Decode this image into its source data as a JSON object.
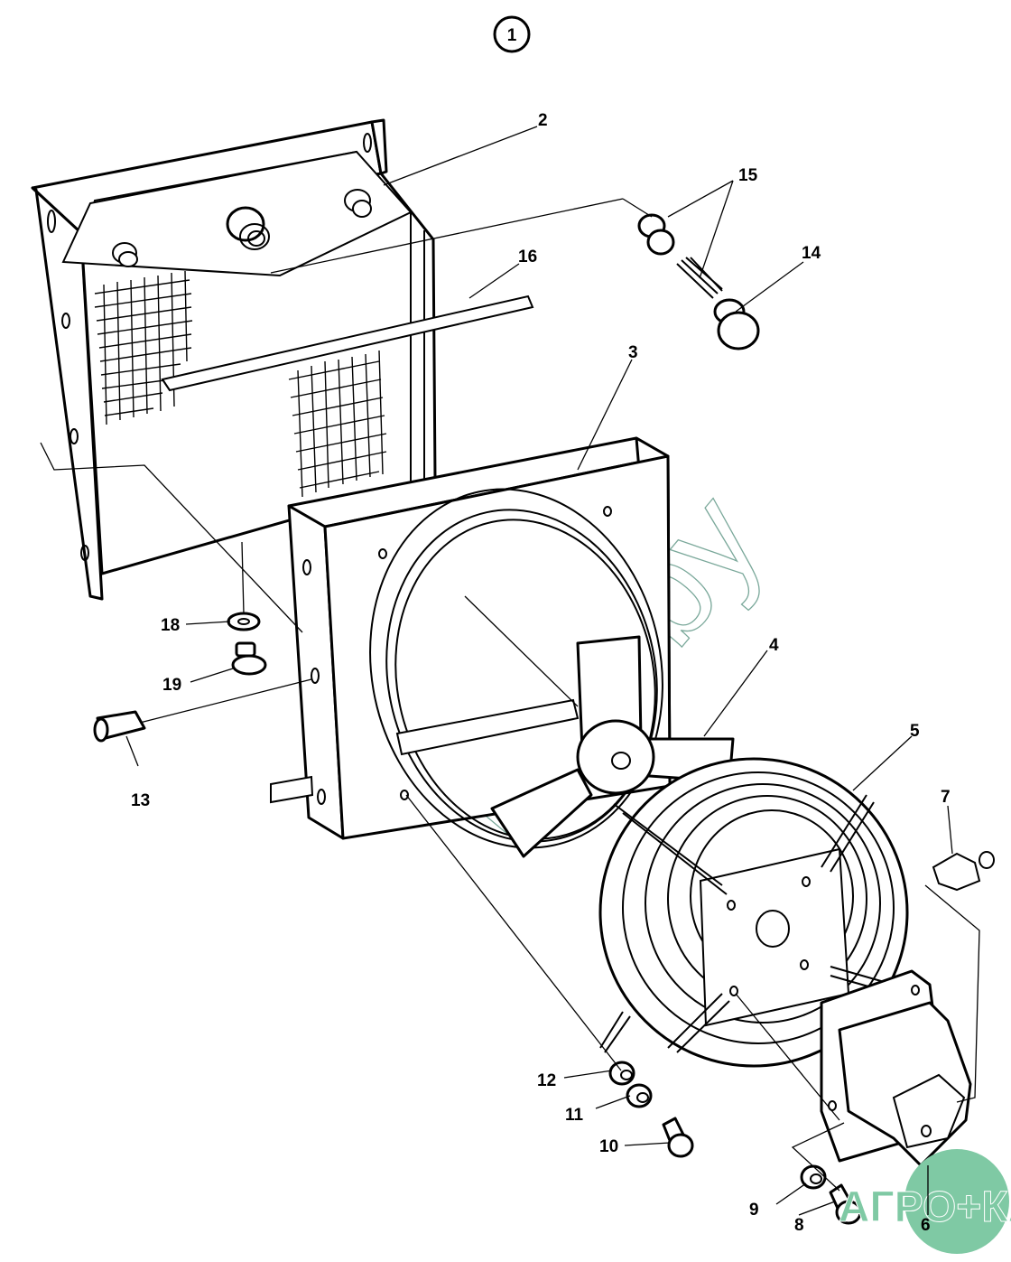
{
  "diagram": {
    "figure_number": "1",
    "title_type": "exploded parts view",
    "watermark_text": "nka.by",
    "logo": {
      "text": "АГРО+КА",
      "color": "#7fc9a4"
    },
    "parts": [
      {
        "id": "2",
        "label": "2",
        "name": "radiator-core"
      },
      {
        "id": "3",
        "label": "3",
        "name": "fan-shroud"
      },
      {
        "id": "4",
        "label": "4",
        "name": "fan-impeller"
      },
      {
        "id": "5",
        "label": "5",
        "name": "coil-heat-exchanger"
      },
      {
        "id": "6",
        "label": "6",
        "name": "hydraulic-motor"
      },
      {
        "id": "7",
        "label": "7",
        "name": "fitting"
      },
      {
        "id": "8",
        "label": "8",
        "name": "bolt"
      },
      {
        "id": "9",
        "label": "9",
        "name": "washer"
      },
      {
        "id": "10",
        "label": "10",
        "name": "bolt"
      },
      {
        "id": "11",
        "label": "11",
        "name": "spring-washer"
      },
      {
        "id": "12",
        "label": "12",
        "name": "washer"
      },
      {
        "id": "13",
        "label": "13",
        "name": "bolt"
      },
      {
        "id": "14",
        "label": "14",
        "name": "plug"
      },
      {
        "id": "15",
        "label": "15",
        "name": "valve-and-spring"
      },
      {
        "id": "16",
        "label": "16",
        "name": "bar"
      },
      {
        "id": "18",
        "label": "18",
        "name": "washer"
      },
      {
        "id": "19",
        "label": "19",
        "name": "drain-plug"
      }
    ]
  }
}
